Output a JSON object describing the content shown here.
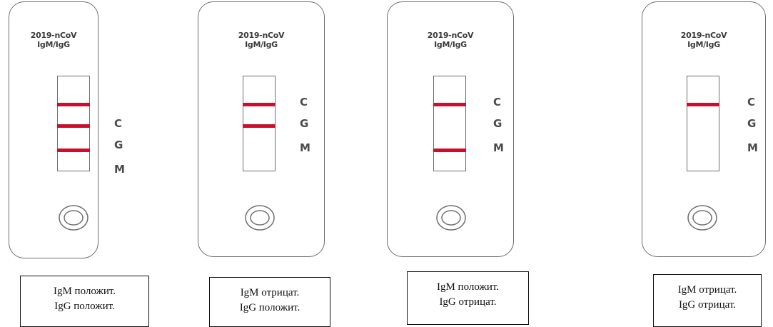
{
  "tests": [
    {
      "title_line1": "2019-nCoV",
      "title_line2": "IgM/IgG",
      "bands": {
        "C": true,
        "G": true,
        "M": true
      },
      "markers": {
        "C": "C",
        "G": "G",
        "M": "M"
      },
      "caption_line1": "IgM положит.",
      "caption_line2": "IgG положит."
    },
    {
      "title_line1": "2019-nCoV",
      "title_line2": "IgM/IgG",
      "bands": {
        "C": true,
        "G": true,
        "M": false
      },
      "markers": {
        "C": "C",
        "G": "G",
        "M": "M"
      },
      "caption_line1": "IgM отрицат.",
      "caption_line2": "IgG положит."
    },
    {
      "title_line1": "2019-nCoV",
      "title_line2": "IgM/IgG",
      "bands": {
        "C": true,
        "G": false,
        "M": true
      },
      "markers": {
        "C": "C",
        "G": "G",
        "M": "M"
      },
      "caption_line1": "IgM положит.",
      "caption_line2": "IgG отрицат."
    },
    {
      "title_line1": "2019-nCoV",
      "title_line2": "IgM/IgG",
      "bands": {
        "C": true,
        "G": false,
        "M": false
      },
      "markers": {
        "C": "C",
        "G": "G",
        "M": "M"
      },
      "caption_line1": "IgM отрицат.",
      "caption_line2": "IgG отрицат."
    }
  ],
  "colors": {
    "band": "#c8102e",
    "outline": "#6e6e6e"
  }
}
